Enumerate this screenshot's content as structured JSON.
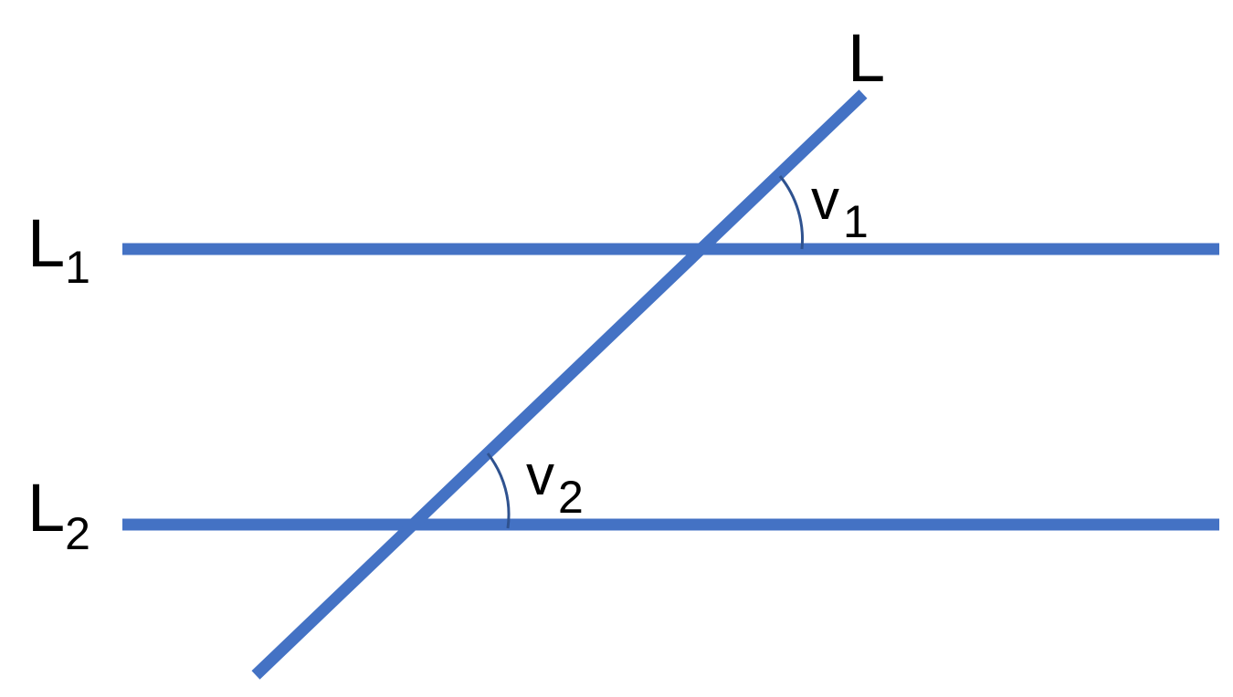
{
  "colors": {
    "line": "#4472C4",
    "arc": "#2F528F",
    "text": "#000000",
    "background": "#FFFFFF"
  },
  "labels": {
    "transversal": "L",
    "line1": {
      "main": "L",
      "sub": "1"
    },
    "line2": {
      "main": "L",
      "sub": "2"
    },
    "angle1": {
      "main": "v",
      "sub": "1"
    },
    "angle2": {
      "main": "v",
      "sub": "2"
    }
  }
}
